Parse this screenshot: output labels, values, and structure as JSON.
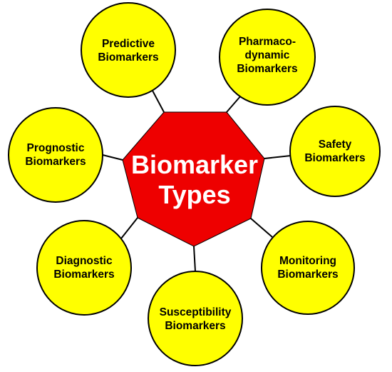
{
  "diagram": {
    "center": {
      "lines": [
        "Biomarker",
        "Types"
      ],
      "fill": "#ee0000"
    },
    "node_fill": "#ffff00",
    "node_stroke": "#000000",
    "connector_color": "#000000",
    "nodes": [
      {
        "id": "predictive",
        "lines": [
          "Predictive",
          "Biomarkers"
        ]
      },
      {
        "id": "pharmacodynamic",
        "lines": [
          "Pharmaco-",
          "dynamic",
          "Biomarkers"
        ]
      },
      {
        "id": "safety",
        "lines": [
          "Safety",
          "Biomarkers"
        ]
      },
      {
        "id": "monitoring",
        "lines": [
          "Monitoring",
          "Biomarkers"
        ]
      },
      {
        "id": "susceptibility",
        "lines": [
          "Susceptibility",
          "Biomarkers"
        ]
      },
      {
        "id": "diagnostic",
        "lines": [
          "Diagnostic",
          "Biomarkers"
        ]
      },
      {
        "id": "prognostic",
        "lines": [
          "Prognostic",
          "Biomarkers"
        ]
      }
    ]
  }
}
